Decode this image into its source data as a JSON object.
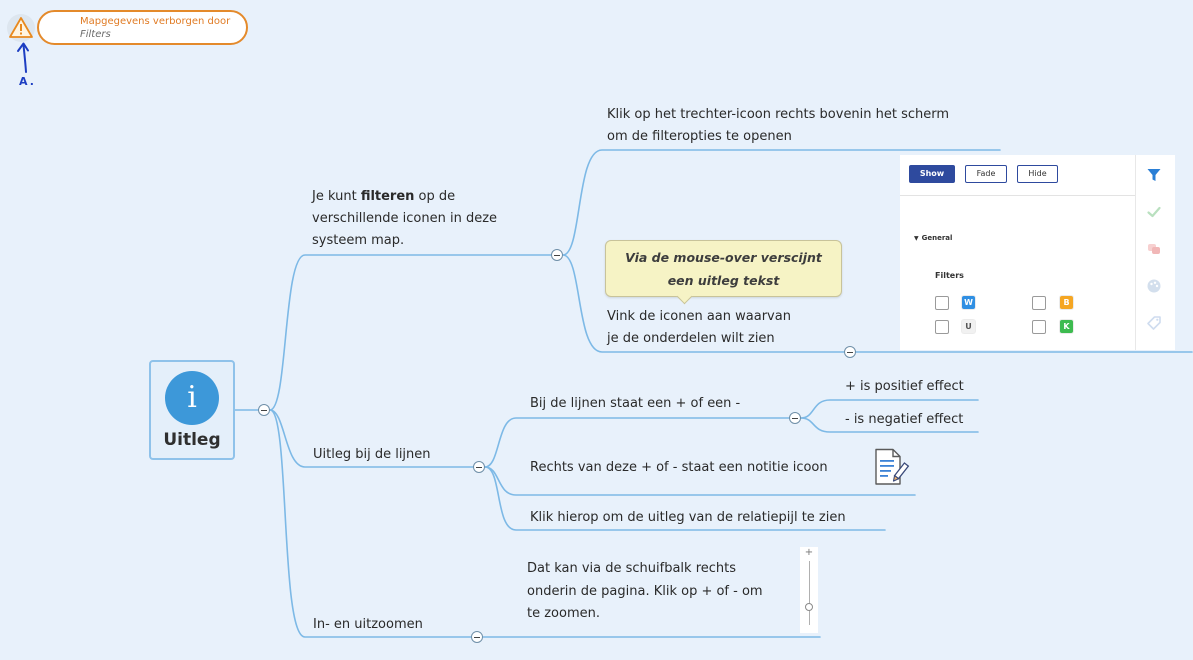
{
  "colors": {
    "background": "#e8f1fb",
    "branch_line": "#7db9e6",
    "accent": "#3d98d9",
    "warning": "#e48a2b"
  },
  "notice": {
    "icon": "warning-icon",
    "title": "Mapgegevens verborgen door",
    "subtitle": "Filters"
  },
  "annotation": {
    "icon": "hand-drawn-arrow-icon",
    "label": "A."
  },
  "center_node": {
    "icon": "info-icon",
    "icon_letter": "i",
    "label": "Uitleg"
  },
  "branches": {
    "filter": {
      "text_before": "Je kunt ",
      "text_bold": "filteren",
      "text_after": " op de\nverschillende iconen in deze\nsysteem map.",
      "open_filter": "Klik op het trechter-icoon rechts bovenin het scherm\nom de filteropties te openen",
      "tick_icons": "Vink de iconen aan waarvan\nje de onderdelen wilt zien",
      "tooltip": "Via de mouse-over verscijnt\neen uitleg tekst"
    },
    "lines": {
      "label": "Uitleg bij de lijnen",
      "sign": "Bij de lijnen staat een + of een -",
      "positive": "+ is positief effect",
      "negative": "- is negatief effect",
      "note": "Rechts van deze + of - staat een notitie icoon",
      "note_icon": "note-icon",
      "relation": "Klik hierop om de uitleg van de relatiepijl te zien"
    },
    "zoom": {
      "label": "In- en uitzoomen",
      "slider_text": "Dat kan via de schuifbalk rechts\nonderin de pagina. Klik op + of - om\nte zoomen.",
      "slider_plus": "+"
    }
  },
  "filter_panel": {
    "buttons": [
      "Show",
      "Fade",
      "Hide"
    ],
    "active_index": 0,
    "section": "General",
    "heading": "Filters",
    "badges": [
      {
        "letter": "W",
        "bg": "#2f8fe3",
        "fg": "#ffffff",
        "checked": false
      },
      {
        "letter": "B",
        "bg": "#f5a623",
        "fg": "#ffffff",
        "checked": false
      },
      {
        "letter": "U",
        "bg": "#f1f1f1",
        "fg": "#555555",
        "checked": false
      },
      {
        "letter": "K",
        "bg": "#3dbb4f",
        "fg": "#ffffff",
        "checked": false
      }
    ],
    "sidebar_icons": [
      "funnel-icon",
      "check-icon",
      "tags-icon",
      "palette-icon",
      "tag-icon"
    ]
  }
}
